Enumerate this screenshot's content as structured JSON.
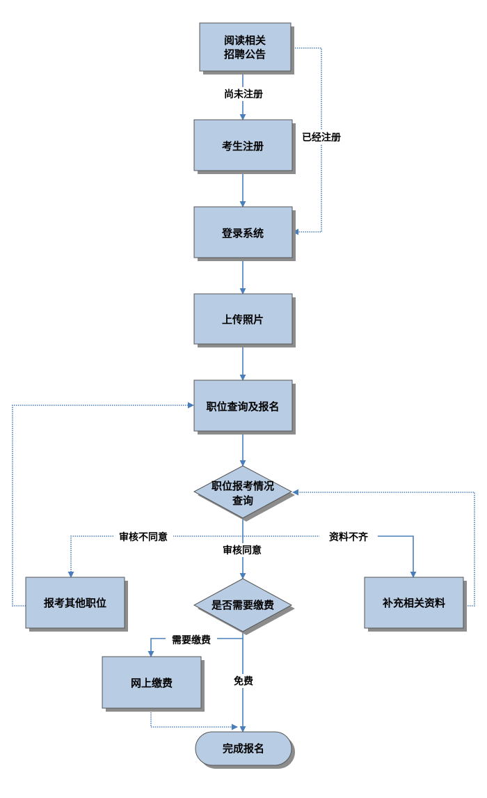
{
  "nodes": {
    "read": {
      "line1": "阅读相关",
      "line2": "招聘公告"
    },
    "register": "考生注册",
    "login": "登录系统",
    "upload": "上传照片",
    "apply": "职位查询及报名",
    "check": {
      "line1": "职位报考情况",
      "line2": "查询"
    },
    "other": "报考其他职位",
    "supplement": "补充相关资料",
    "fee_q": "是否需要缴费",
    "pay": "网上缴费",
    "done": "完成报名"
  },
  "edges": {
    "not_registered": "尚未注册",
    "registered": "已经注册",
    "rejected": "审核不同意",
    "approved": "审核同意",
    "incomplete": "资料不齐",
    "need_fee": "需要缴费",
    "free": "免费"
  },
  "colors": {
    "box_fill": "#b8cce4",
    "line": "#4a7ebb",
    "shadow": "#8c8c8c"
  }
}
